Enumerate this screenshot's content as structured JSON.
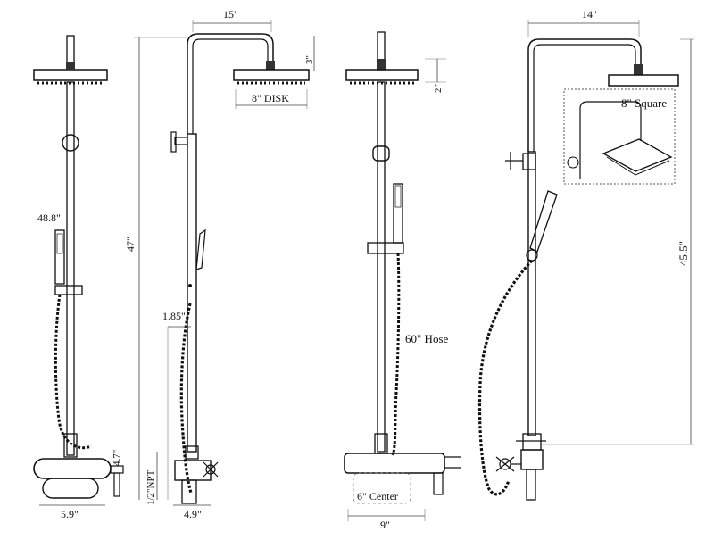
{
  "labels": {
    "a_height": "48.8\"",
    "a_valve": "4.7\"",
    "a_width": "5.9\"",
    "b_arm": "15\"",
    "b_drop": "3\"",
    "b_disk": "8\" DISK",
    "b_height": "47\"",
    "b_offset": "1.85\"",
    "b_npt": "1/2\"NPT",
    "b_width": "4.9\"",
    "c_head": "2\"",
    "c_hose": "60\" Hose",
    "c_center": "6\" Center",
    "c_width": "9\"",
    "d_arm": "14\"",
    "d_square": "8\" Square",
    "d_height": "45.5\""
  },
  "colors": {
    "line": "#111111",
    "dimension": "#444444",
    "inset_border": "#555555"
  }
}
